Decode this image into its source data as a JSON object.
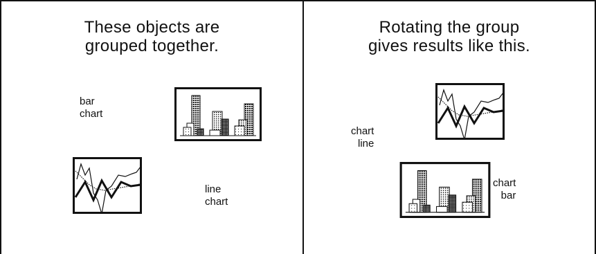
{
  "left_panel": {
    "caption": [
      "These objects are",
      "grouped together."
    ],
    "bar_label": [
      "bar",
      "chart"
    ],
    "line_label": [
      "line",
      "chart"
    ]
  },
  "right_panel": {
    "caption": [
      "Rotating the group",
      "gives results like this."
    ],
    "line_label": [
      "chart",
      "line"
    ],
    "bar_label": [
      "chart",
      "bar"
    ]
  }
}
